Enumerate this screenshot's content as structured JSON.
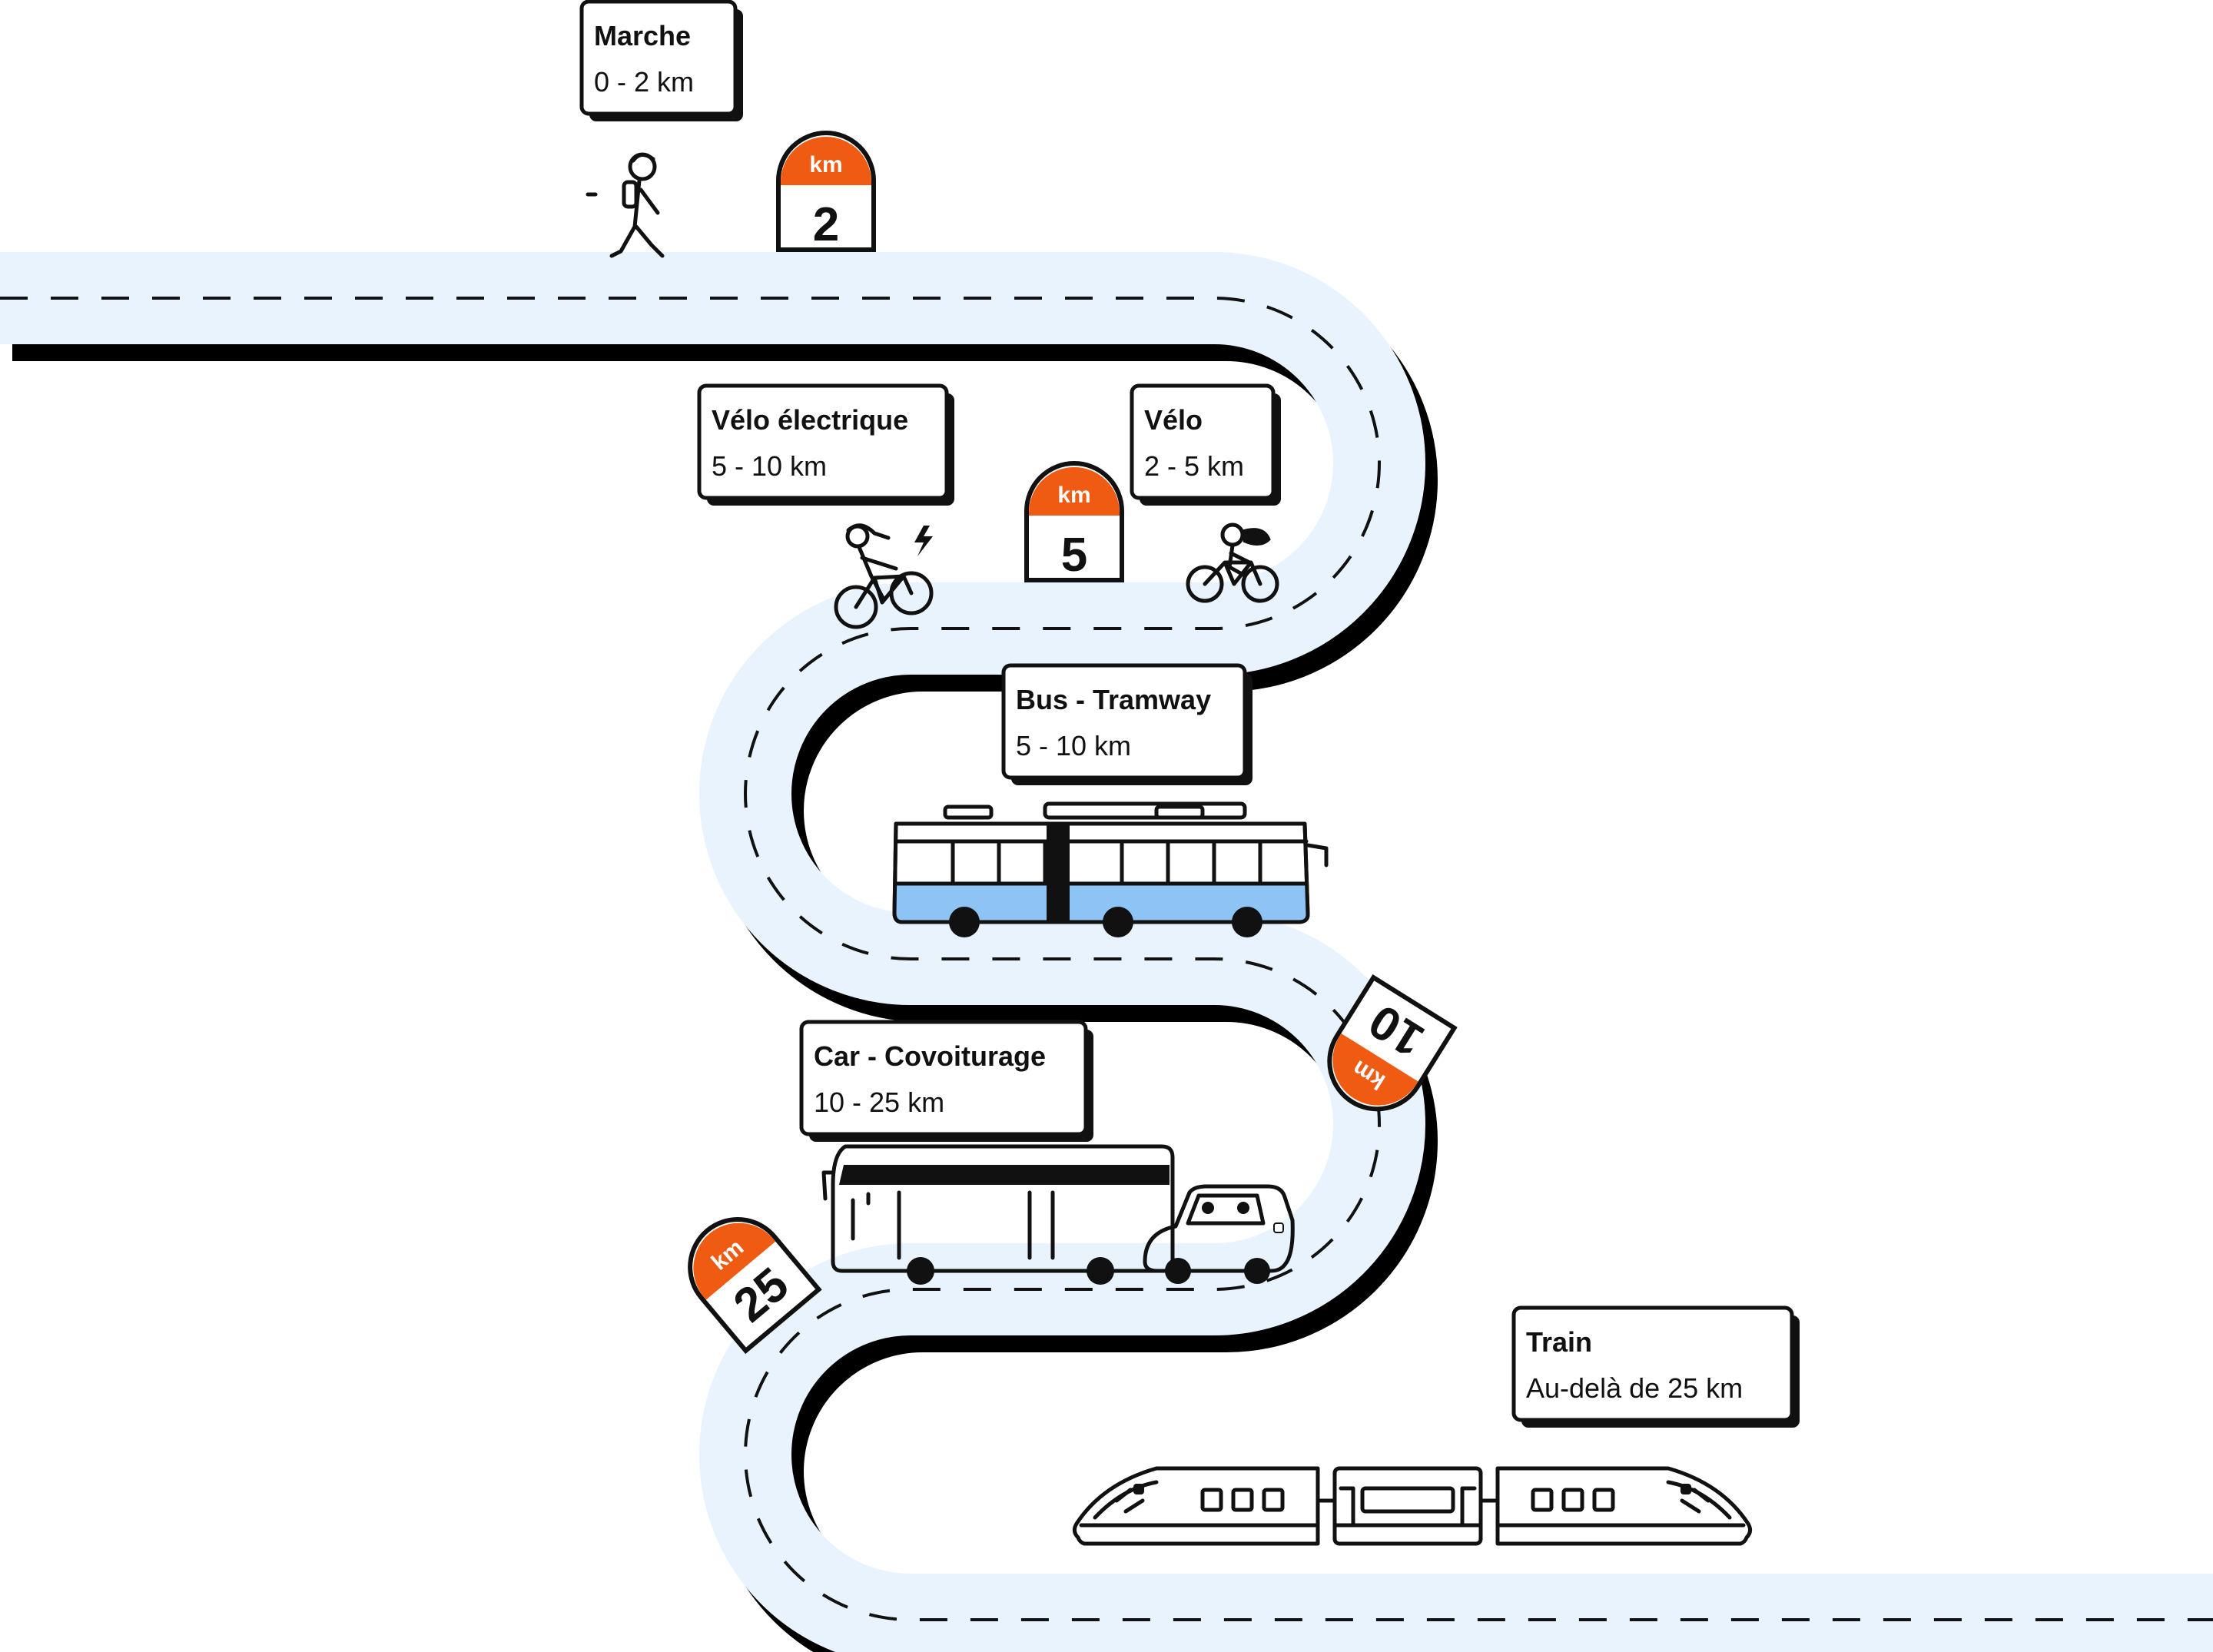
{
  "colors": {
    "road": "#e8f3fd",
    "road_shadow": "#000000",
    "accent_orange": "#ef5b12",
    "vehicle_blue": "#8ec4f5",
    "ink": "#111111",
    "card_bg": "#ffffff"
  },
  "modes": [
    {
      "id": "marche",
      "title": "Marche",
      "range": "0 - 2 km",
      "icon": "walker-icon"
    },
    {
      "id": "velo",
      "title": "Vélo",
      "range": "2 - 5 km",
      "icon": "bicycle-icon"
    },
    {
      "id": "velo-electrique",
      "title": "Vélo électrique",
      "range": "5 - 10 km",
      "icon": "electric-bicycle-icon"
    },
    {
      "id": "bus-tramway",
      "title": "Bus - Tramway",
      "range": "5 - 10 km",
      "icon": "tram-icon"
    },
    {
      "id": "car-covoiturage",
      "title": "Car - Covoiturage",
      "range": "10 - 25 km",
      "icon": "coach-and-car-icon"
    },
    {
      "id": "train",
      "title": "Train",
      "range": "Au-delà de 25 km",
      "icon": "train-icon"
    }
  ],
  "markers": [
    {
      "unit": "km",
      "value": "2"
    },
    {
      "unit": "km",
      "value": "5"
    },
    {
      "unit": "km",
      "value": "10"
    },
    {
      "unit": "km",
      "value": "25"
    }
  ]
}
